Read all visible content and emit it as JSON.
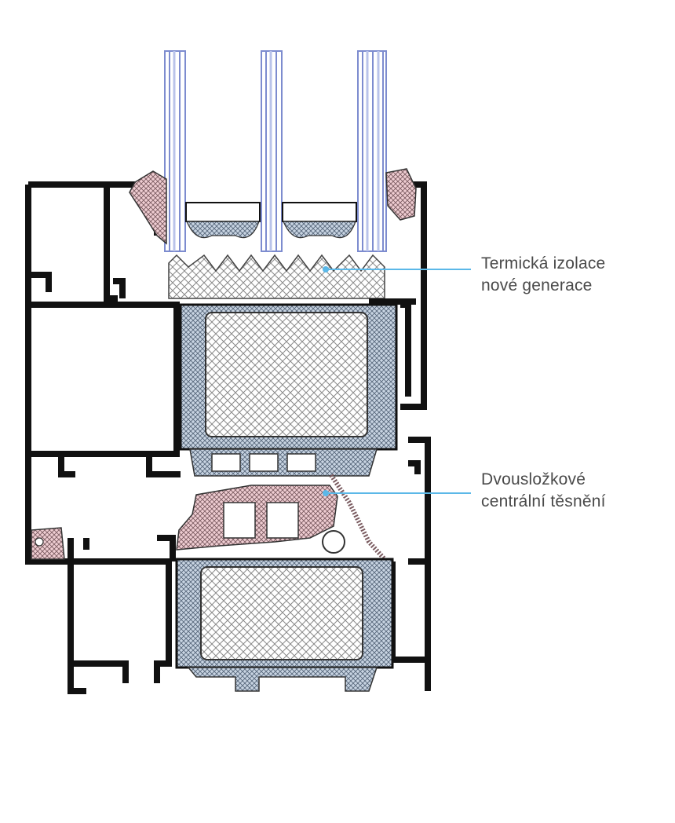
{
  "diagram": {
    "colors": {
      "frame": "#111111",
      "glass": "#b9c3ea",
      "glass_edge": "#7d8ccf",
      "insulation_hatch": "#8a8a8a",
      "gasket_blue": "#9fb2c8",
      "gasket_pink": "#e3b4ba",
      "callout_line": "#5bb8e8",
      "label_text": "#4a4a4a"
    },
    "callouts": [
      {
        "line1": "Termická izolace",
        "line2": "nové generace"
      },
      {
        "line1": "Dvousložkové",
        "line2": "centrální těsnění"
      }
    ]
  }
}
